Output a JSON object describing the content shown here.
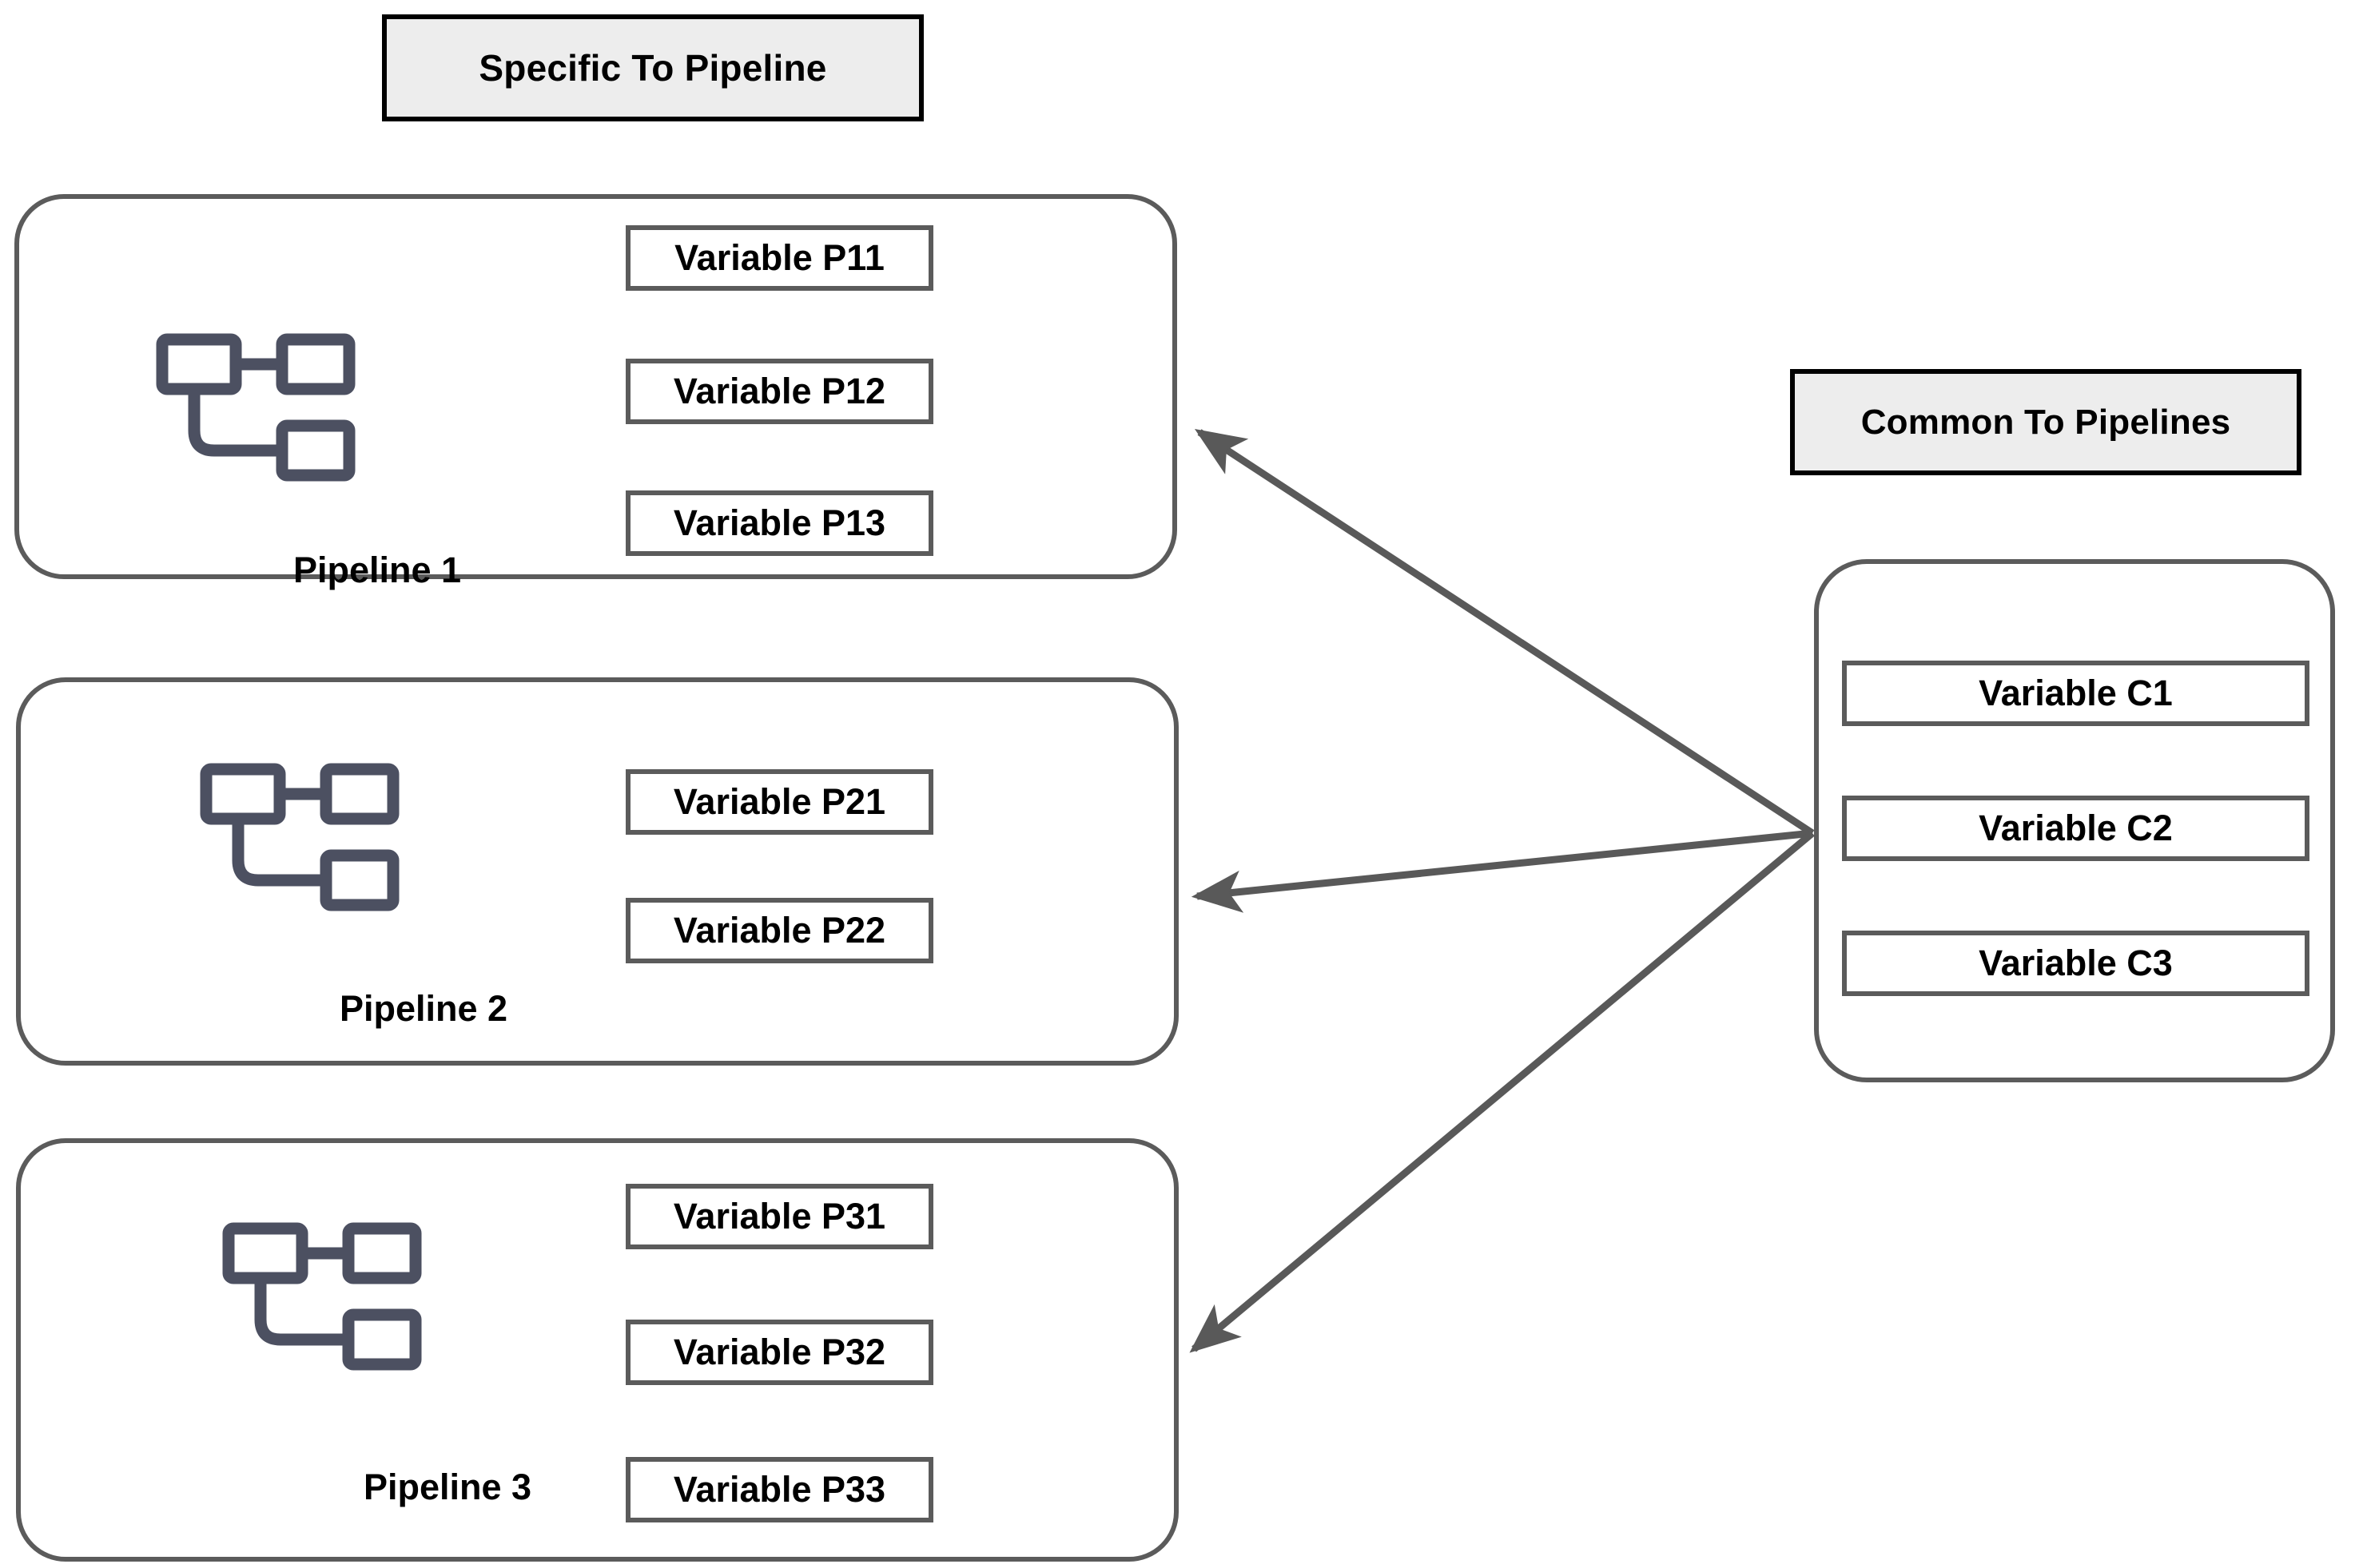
{
  "headers": {
    "specific": "Specific To Pipeline",
    "common": "Common To Pipelines"
  },
  "pipelines": [
    {
      "caption": "Pipeline 1",
      "icon": "pipeline-nodes-icon",
      "variables": [
        "Variable P11",
        "Variable P12",
        "Variable P13"
      ]
    },
    {
      "caption": "Pipeline 2",
      "icon": "pipeline-nodes-icon",
      "variables": [
        "Variable P21",
        "Variable P22"
      ]
    },
    {
      "caption": "Pipeline 3",
      "icon": "pipeline-nodes-icon",
      "variables": [
        "Variable P31",
        "Variable P32",
        "Variable P33"
      ]
    }
  ],
  "common": {
    "variables": [
      "Variable C1",
      "Variable C2",
      "Variable C3"
    ]
  },
  "arrows": {
    "count": 3,
    "icon": "arrow-head-icon",
    "direction": "common-to-pipelines",
    "targets": [
      "Pipeline 1",
      "Pipeline 2",
      "Pipeline 3"
    ]
  },
  "colors": {
    "container_border": "#5b5b5b",
    "header_border": "#000000",
    "header_fill": "#ededed",
    "icon_stroke": "#4c5061",
    "arrow": "#595959",
    "text": "#000000",
    "background": "#ffffff"
  }
}
